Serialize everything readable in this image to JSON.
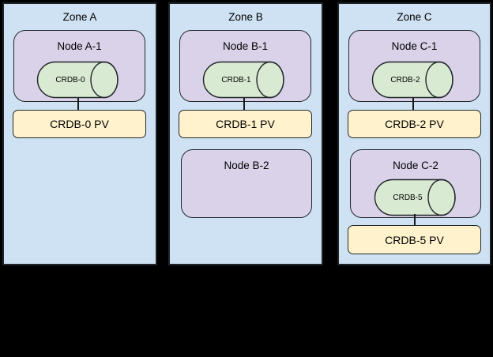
{
  "diagram": {
    "title": "zones-nodes-crdb-pv-diagram",
    "background_color": "#000000",
    "palette": {
      "zone_fill": "#cfe2f3",
      "node_fill": "#d9d2e9",
      "database_fill": "#d9ead3",
      "pv_fill": "#fff2cc",
      "border": "#23272b",
      "text": "#000000"
    },
    "zones": [
      {
        "label": "Zone A",
        "node1": {
          "label": "Node A-1",
          "db": "CRDB-0"
        },
        "pv1": {
          "label": "CRDB-0 PV"
        }
      },
      {
        "label": "Zone B",
        "node1": {
          "label": "Node B-1",
          "db": "CRDB-1"
        },
        "pv1": {
          "label": "CRDB-1 PV"
        },
        "node2": {
          "label": "Node B-2"
        }
      },
      {
        "label": "Zone C",
        "node1": {
          "label": "Node C-1",
          "db": "CRDB-2"
        },
        "pv1": {
          "label": "CRDB-2 PV"
        },
        "node2": {
          "label": "Node C-2",
          "db": "CRDB-5"
        },
        "pv2": {
          "label": "CRDB-5 PV"
        }
      }
    ]
  }
}
